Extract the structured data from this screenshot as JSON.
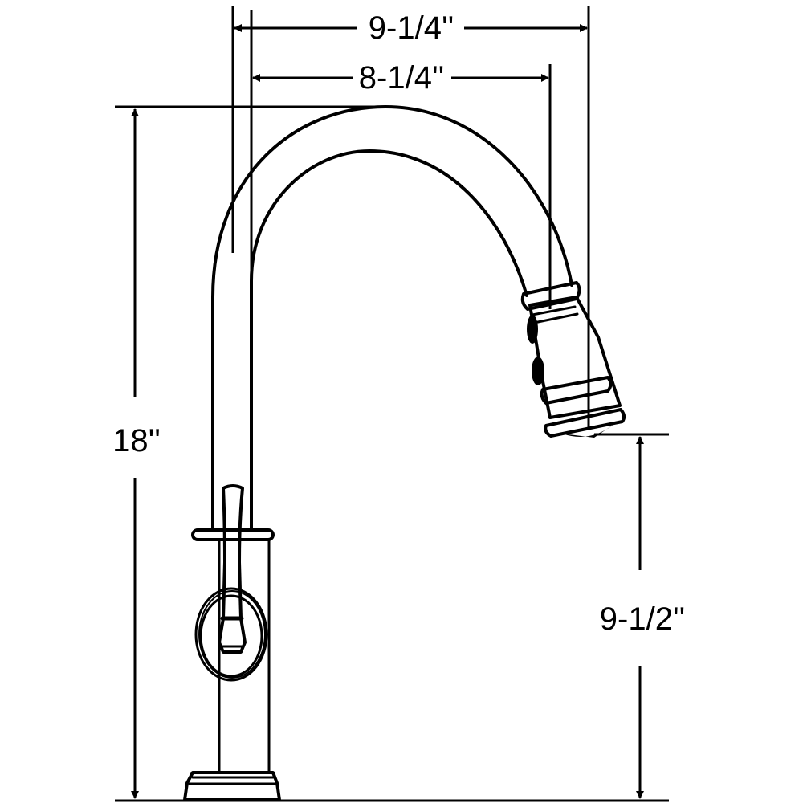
{
  "title": "Faucet dimension drawing",
  "dimensions": {
    "reach_outer": "9-1/4''",
    "reach_inner": "8-1/4''",
    "height_total": "18''",
    "spout_clearance": "9-1/2''"
  },
  "colors": {
    "line": "#000000",
    "background": "#ffffff"
  }
}
